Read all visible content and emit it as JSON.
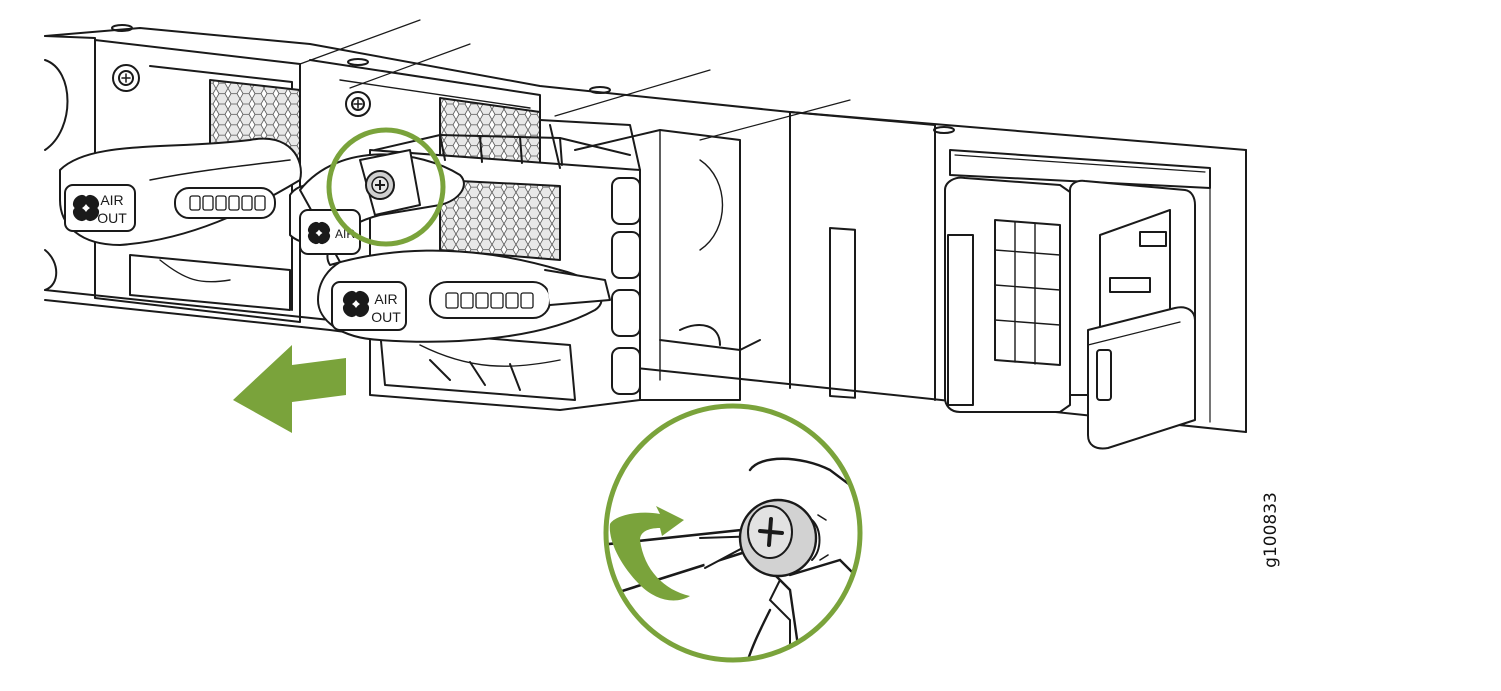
{
  "figure_id": "g100833",
  "fan_label_line1": "AIR",
  "fan_label_line2": "OUT",
  "colors": {
    "accent_green": "#7aa33b",
    "line": "#1a1a1a",
    "paper": "#ffffff",
    "screw_gray": "#d2d2d2",
    "honeycomb": "#e4e4e4"
  },
  "icons": {
    "pull_direction": "arrow-left-icon",
    "loosen_direction": "rotate-counterclockwise-icon",
    "module_label_icon": "fan-icon"
  }
}
